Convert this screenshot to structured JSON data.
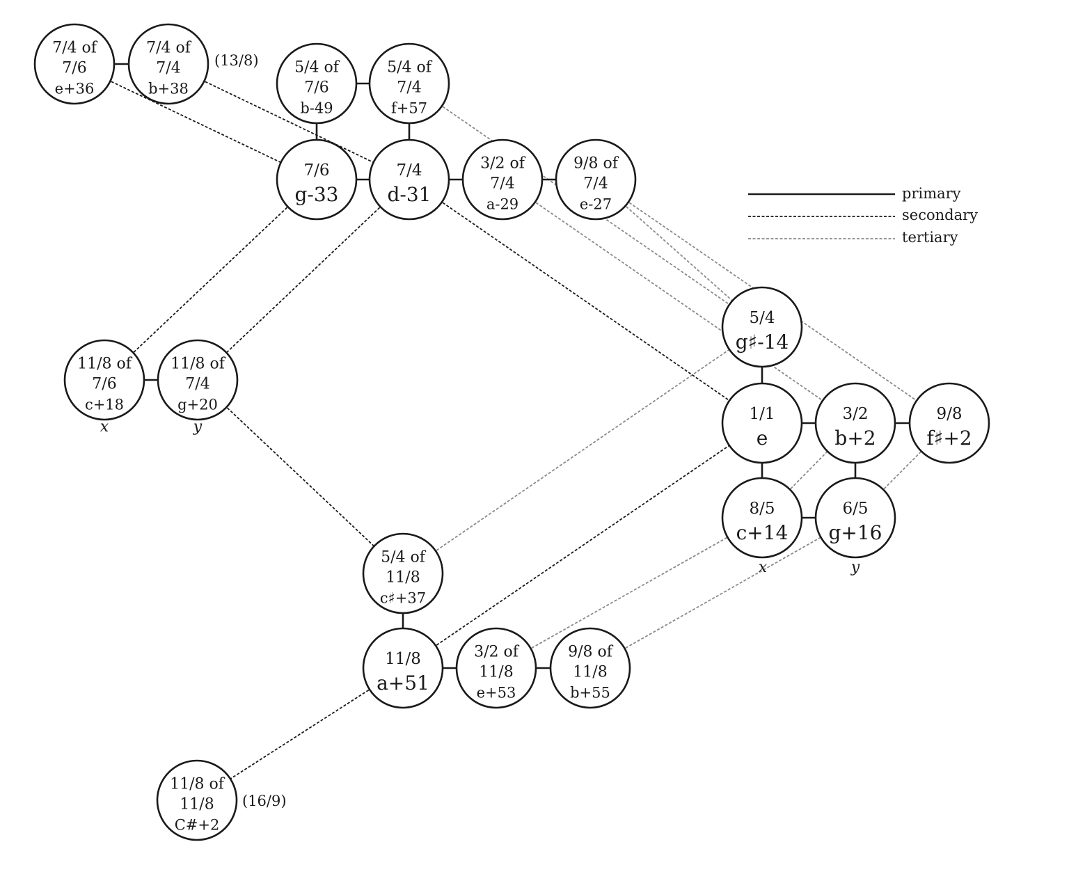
{
  "colors": {
    "primary": "#1a1a1a",
    "secondary": "#1a1a1a",
    "tertiary": "#8a8a8a"
  },
  "legend": {
    "primary": "primary",
    "secondary": "secondary",
    "tertiary": "tertiary"
  },
  "annotations": {
    "n1_paren": "(13/8)",
    "n21_paren": "(16/9)"
  },
  "axis_labels": {
    "n9": "x",
    "n10": "y",
    "n16": "x",
    "n17": "y"
  },
  "nodes": [
    {
      "id": "n0",
      "lines": [
        "7/4 of",
        "7/6",
        "e+36"
      ]
    },
    {
      "id": "n1",
      "lines": [
        "7/4 of",
        "7/4",
        "b+38"
      ]
    },
    {
      "id": "n2",
      "lines": [
        "5/4 of",
        "7/6",
        "b-49"
      ]
    },
    {
      "id": "n3",
      "lines": [
        "5/4 of",
        "7/4",
        "f+57"
      ]
    },
    {
      "id": "n4",
      "lines": [
        "7/6",
        "g-33"
      ]
    },
    {
      "id": "n5",
      "lines": [
        "7/4",
        "d-31"
      ]
    },
    {
      "id": "n6",
      "lines": [
        "3/2 of",
        "7/4",
        "a-29"
      ]
    },
    {
      "id": "n7",
      "lines": [
        "9/8 of",
        "7/4",
        "e-27"
      ]
    },
    {
      "id": "n8",
      "lines": [
        "5/4",
        "g♯-14"
      ]
    },
    {
      "id": "n9",
      "lines": [
        "11/8 of",
        "7/6",
        "c+18"
      ]
    },
    {
      "id": "n10",
      "lines": [
        "11/8 of",
        "7/4",
        "g+20"
      ]
    },
    {
      "id": "n11",
      "lines": [
        "1/1",
        "e"
      ]
    },
    {
      "id": "n12",
      "lines": [
        "3/2",
        "b+2"
      ]
    },
    {
      "id": "n13",
      "lines": [
        "9/8",
        "f♯+2"
      ]
    },
    {
      "id": "n14",
      "lines": [
        "8/5",
        "c+14"
      ]
    },
    {
      "id": "n15",
      "lines": [
        "6/5",
        "g+16"
      ]
    },
    {
      "id": "n16",
      "lines": [
        "5/4 of",
        "11/8",
        "c♯+37"
      ]
    },
    {
      "id": "n17",
      "lines": [
        "11/8",
        "a+51"
      ]
    },
    {
      "id": "n18",
      "lines": [
        "3/2 of",
        "11/8",
        "e+53"
      ]
    },
    {
      "id": "n19",
      "lines": [
        "9/8 of",
        "11/8",
        "b+55"
      ]
    },
    {
      "id": "n20",
      "lines": [
        "11/8 of",
        "11/8",
        "C#+2"
      ]
    }
  ],
  "edges": {
    "primary": [
      [
        "n0",
        "n1"
      ],
      [
        "n2",
        "n3"
      ],
      [
        "n2",
        "n4"
      ],
      [
        "n3",
        "n5"
      ],
      [
        "n4",
        "n5"
      ],
      [
        "n5",
        "n6"
      ],
      [
        "n6",
        "n7"
      ],
      [
        "n8",
        "n11"
      ],
      [
        "n9",
        "n10"
      ],
      [
        "n11",
        "n12"
      ],
      [
        "n12",
        "n13"
      ],
      [
        "n11",
        "n14"
      ],
      [
        "n12",
        "n15"
      ],
      [
        "n14",
        "n15"
      ],
      [
        "n16",
        "n17"
      ],
      [
        "n17",
        "n18"
      ],
      [
        "n18",
        "n19"
      ]
    ],
    "secondary": [
      [
        "n0",
        "n4"
      ],
      [
        "n1",
        "n5"
      ],
      [
        "n4",
        "n9"
      ],
      [
        "n5",
        "n10"
      ],
      [
        "n5",
        "n11"
      ],
      [
        "n10",
        "n16"
      ],
      [
        "n17",
        "n11"
      ],
      [
        "n17",
        "n20"
      ]
    ],
    "tertiary": [
      [
        "n3",
        "n8"
      ],
      [
        "n6",
        "n12"
      ],
      [
        "n7",
        "n13"
      ],
      [
        "n16",
        "n8"
      ],
      [
        "n18",
        "n14"
      ],
      [
        "n19",
        "n15"
      ],
      [
        "n7",
        "n8"
      ],
      [
        "n14",
        "n12"
      ],
      [
        "n15",
        "n13"
      ]
    ]
  }
}
